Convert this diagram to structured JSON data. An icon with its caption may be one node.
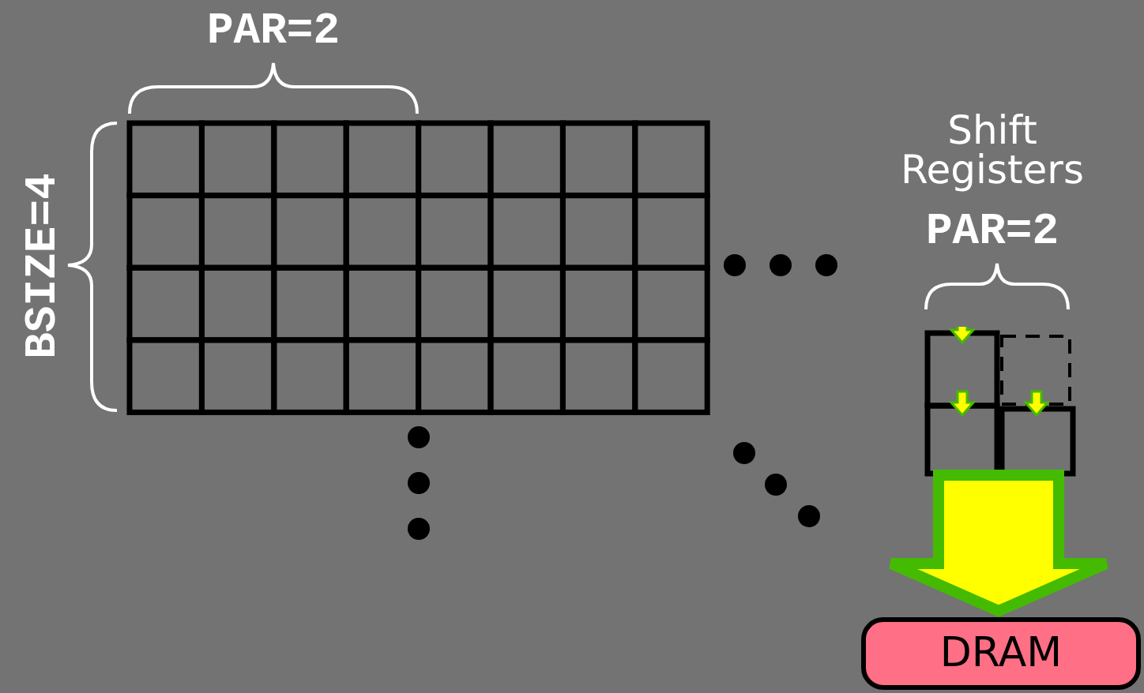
{
  "diagram": {
    "nodes": [
      {
        "text": [],
        "shape": "box"
      },
      {
        "text": [
          "DRAM"
        ]
      }
    ],
    "edges": [
      {
        "from": 0,
        "to": 1,
        "arrow": "to",
        "style": "thick"
      }
    ],
    "labels": [
      "PAR=2",
      "BSIZE=4",
      "Shift Registers",
      "PAR=2"
    ]
  }
}
